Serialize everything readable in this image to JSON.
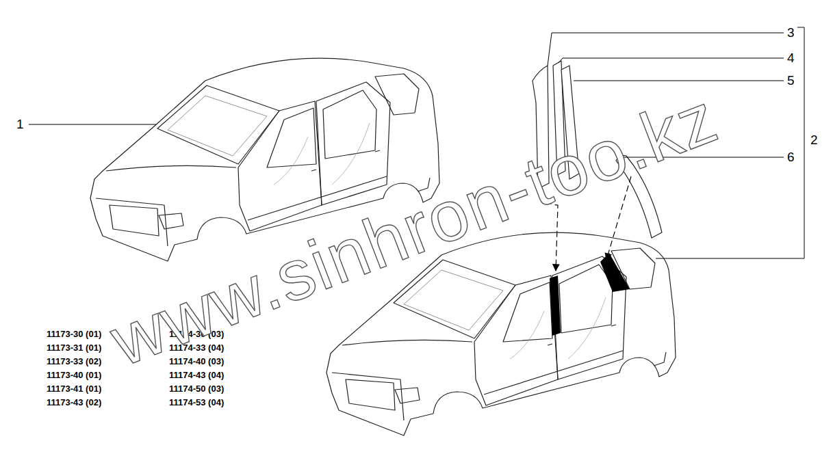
{
  "diagram": {
    "labels": [
      "1",
      "2",
      "3",
      "4",
      "5",
      "6",
      "11173-30 (01)",
      "11174-30 (03)",
      "11173-31 (01)",
      "11174-33 (04)",
      "11173-33 (02)",
      "11174-40 (03)",
      "11173-40 (01)",
      "11174-43 (04)",
      "11173-41 (01)",
      "11174-50 (03)",
      "11173-43 (02)",
      "11174-53 (04)",
      "www.sinhron-too.kz"
    ]
  }
}
